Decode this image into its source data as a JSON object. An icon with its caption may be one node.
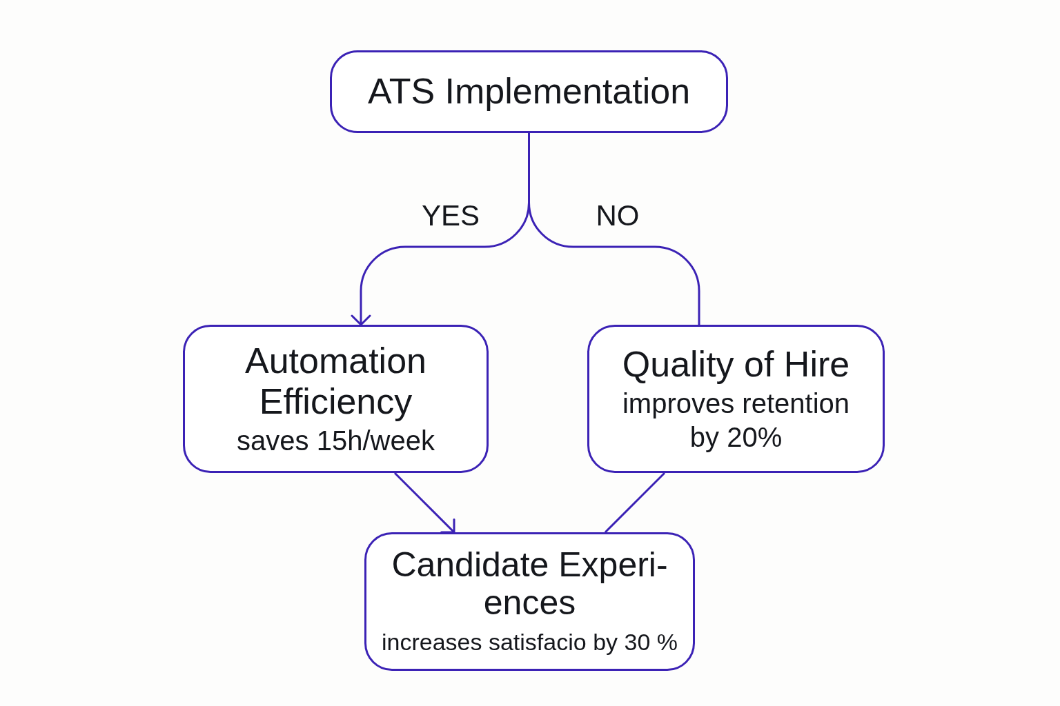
{
  "diagram": {
    "nodes": [
      {
        "text": [
          "ATS Implementation"
        ]
      },
      {
        "text": [
          "Automation Efficiency",
          "saves 15h/week"
        ]
      },
      {
        "text": [
          "Quality of Hire",
          "improves retention by 20%"
        ]
      },
      {
        "text": [
          "Candidate Experi- ences",
          "increases satisfacio by 30 %"
        ]
      }
    ],
    "edges": [
      {
        "from": 0,
        "to": 1,
        "arrow": "to",
        "label": "YES"
      },
      {
        "from": 0,
        "to": 2,
        "arrow": "none",
        "label": "NO"
      },
      {
        "from": 1,
        "to": 3,
        "arrow": "to"
      },
      {
        "from": 2,
        "to": 3,
        "arrow": "none"
      }
    ]
  }
}
